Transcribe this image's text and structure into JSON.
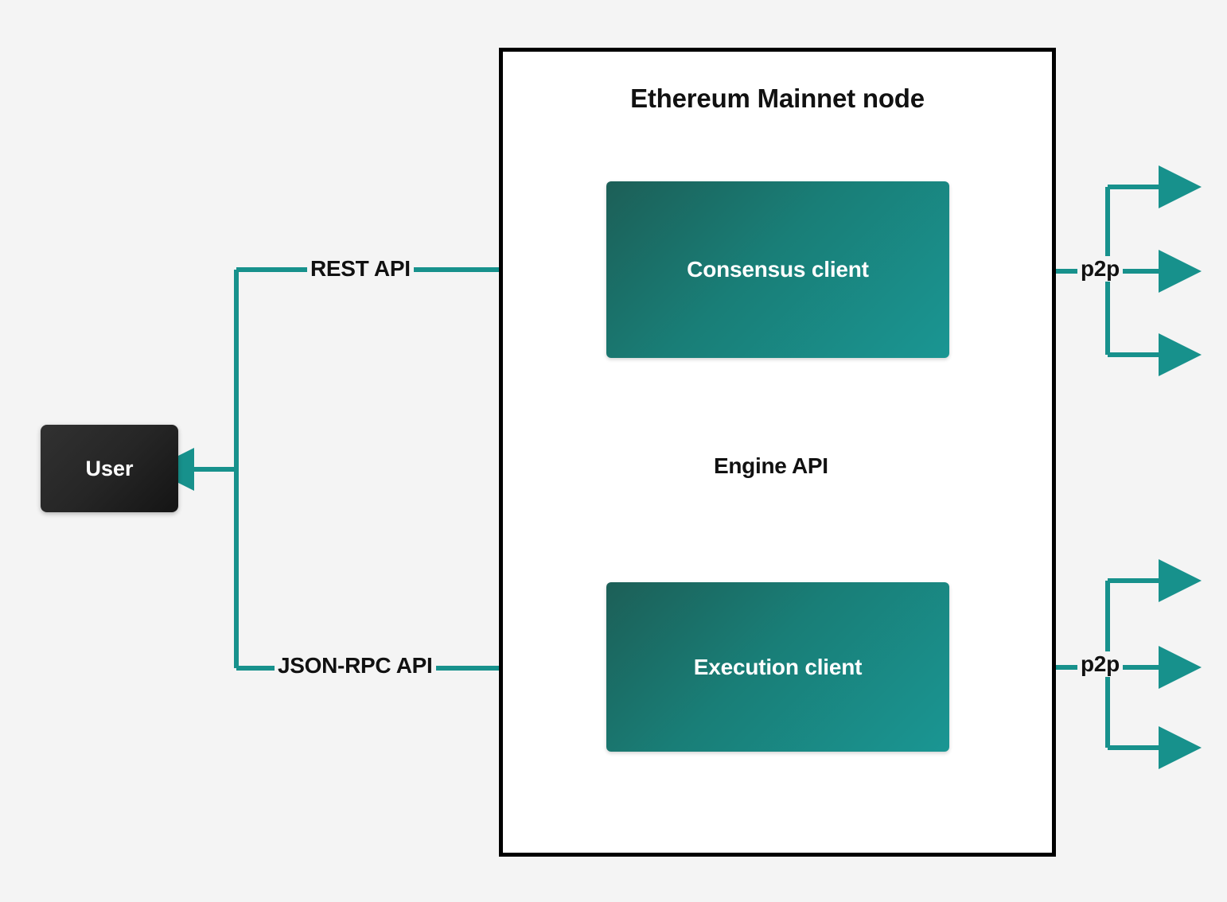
{
  "diagram": {
    "title": "Ethereum Mainnet node",
    "background_color": "#f4f4f4",
    "accent_color": "#17918c",
    "node_border_color": "#000000",
    "node_fill_color": "#ffffff"
  },
  "nodes": {
    "user": {
      "label": "User",
      "fill_start": "#313131",
      "fill_end": "#141414",
      "text_color": "#ffffff"
    },
    "consensus_client": {
      "label": "Consensus client",
      "fill_start": "#1c5f57",
      "fill_end": "#1a9693",
      "text_color": "#ffffff"
    },
    "execution_client": {
      "label": "Execution client",
      "fill_start": "#1c5f57",
      "fill_end": "#1a9693",
      "text_color": "#ffffff"
    }
  },
  "edges": {
    "rest_api": {
      "label": "REST API",
      "from": "user",
      "to": "consensus_client",
      "style": "solid",
      "direction": "right"
    },
    "json_rpc_api": {
      "label": "JSON-RPC API",
      "from": "user",
      "to": "execution_client",
      "style": "solid",
      "direction": "right"
    },
    "engine_api_down": {
      "label": "Engine API",
      "from": "consensus_client",
      "to": "execution_client",
      "style": "solid",
      "direction": "down"
    },
    "engine_api_up": {
      "label": "Engine API",
      "from": "execution_client",
      "to": "consensus_client",
      "style": "dashed",
      "direction": "up"
    },
    "p2p_consensus": {
      "label": "p2p",
      "attached_to": "consensus_client",
      "style": "solid",
      "branch_count": 3
    },
    "p2p_execution": {
      "label": "p2p",
      "attached_to": "execution_client",
      "style": "solid",
      "branch_count": 3
    }
  }
}
